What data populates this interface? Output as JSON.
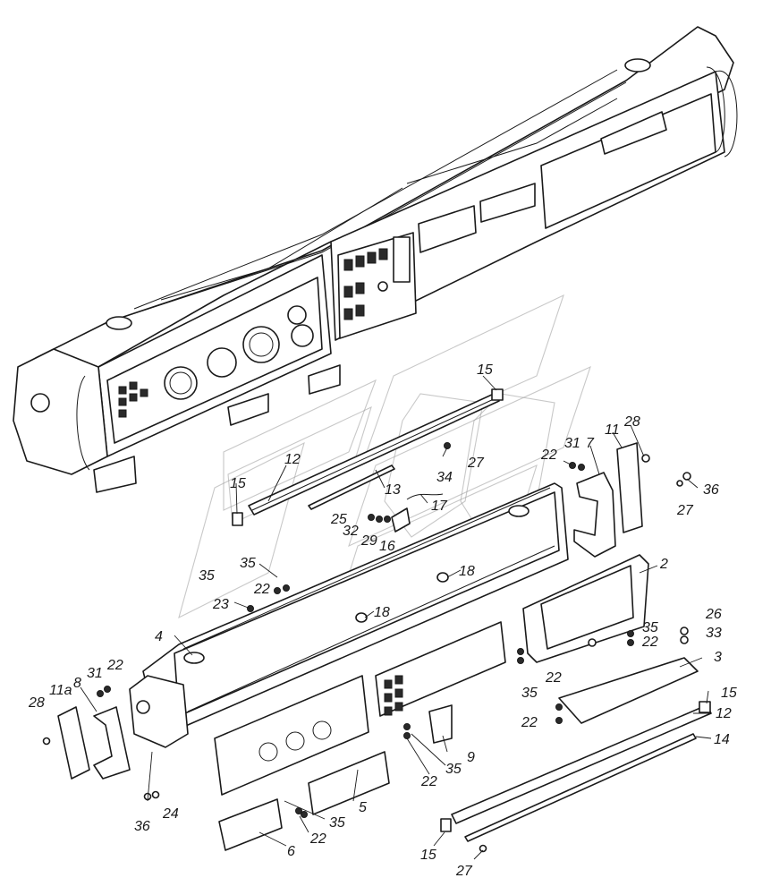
{
  "callouts": {
    "c15a": "15",
    "c12a": "12",
    "c13": "13",
    "c17": "17",
    "c15b": "15",
    "c25": "25",
    "c32": "32",
    "c29": "29",
    "c16": "16",
    "c34": "34",
    "c27a": "27",
    "c22a": "22",
    "c31a": "31",
    "c7": "7",
    "c11": "11",
    "c28a": "28",
    "c36a": "36",
    "c27b": "27",
    "c35a": "35",
    "c22b": "22",
    "c23": "23",
    "c35b": "35",
    "c18a": "18",
    "c18b": "18",
    "c2": "2",
    "c4": "4",
    "c26": "26",
    "c33": "33",
    "c35c": "35",
    "c22c": "22",
    "c22d": "22",
    "c3": "3",
    "c31b": "31",
    "c22e": "22",
    "c28b": "28",
    "c11a": "11a",
    "c8": "8",
    "c35d": "35",
    "c15c": "15",
    "c12b": "12",
    "c22f": "22",
    "c14": "14",
    "c9": "9",
    "c22g": "22",
    "c35e": "35",
    "c36b": "36",
    "c24": "24",
    "c5": "5",
    "c35f": "35",
    "c22h": "22",
    "c6": "6",
    "c15d": "15",
    "c27c": "27"
  },
  "colors": {
    "ink": "#1a1a1a",
    "watermark": "#9a9a9a"
  }
}
